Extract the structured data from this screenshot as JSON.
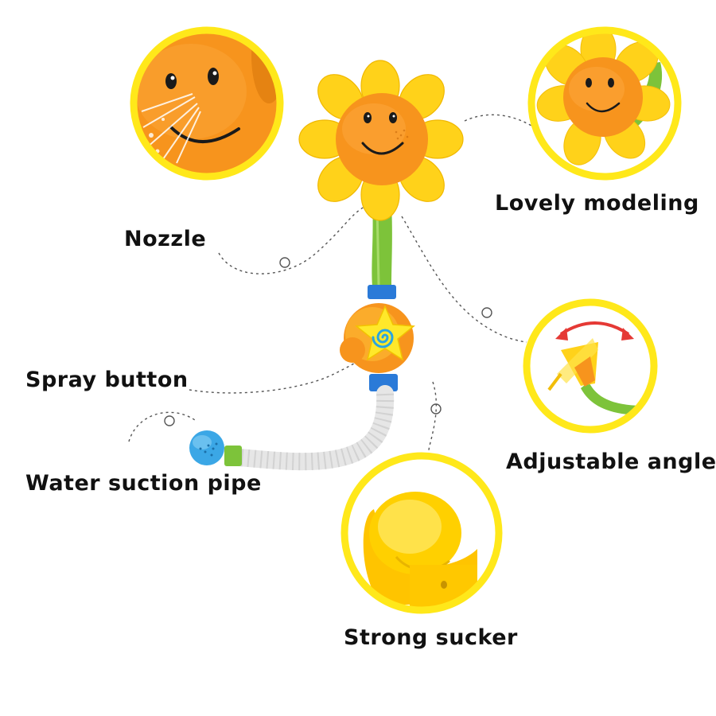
{
  "labels": {
    "nozzle": "Nozzle",
    "lovely_modeling": "Lovely modeling",
    "spray_button": "Spray button",
    "adjustable_angle": "Adjustable angle",
    "water_suction_pipe": "Water suction pipe",
    "strong_sucker": "Strong sucker"
  },
  "colors": {
    "circle_ring": "#FFE81A",
    "petal_yellow": "#FFD21A",
    "face_orange": "#F7941D",
    "stem_green": "#7DC33A",
    "spiral_blue": "#2AA5E0",
    "sucker_yellow": "#FFD000",
    "arrow_red": "#E53935",
    "dotted_line": "#555555"
  }
}
